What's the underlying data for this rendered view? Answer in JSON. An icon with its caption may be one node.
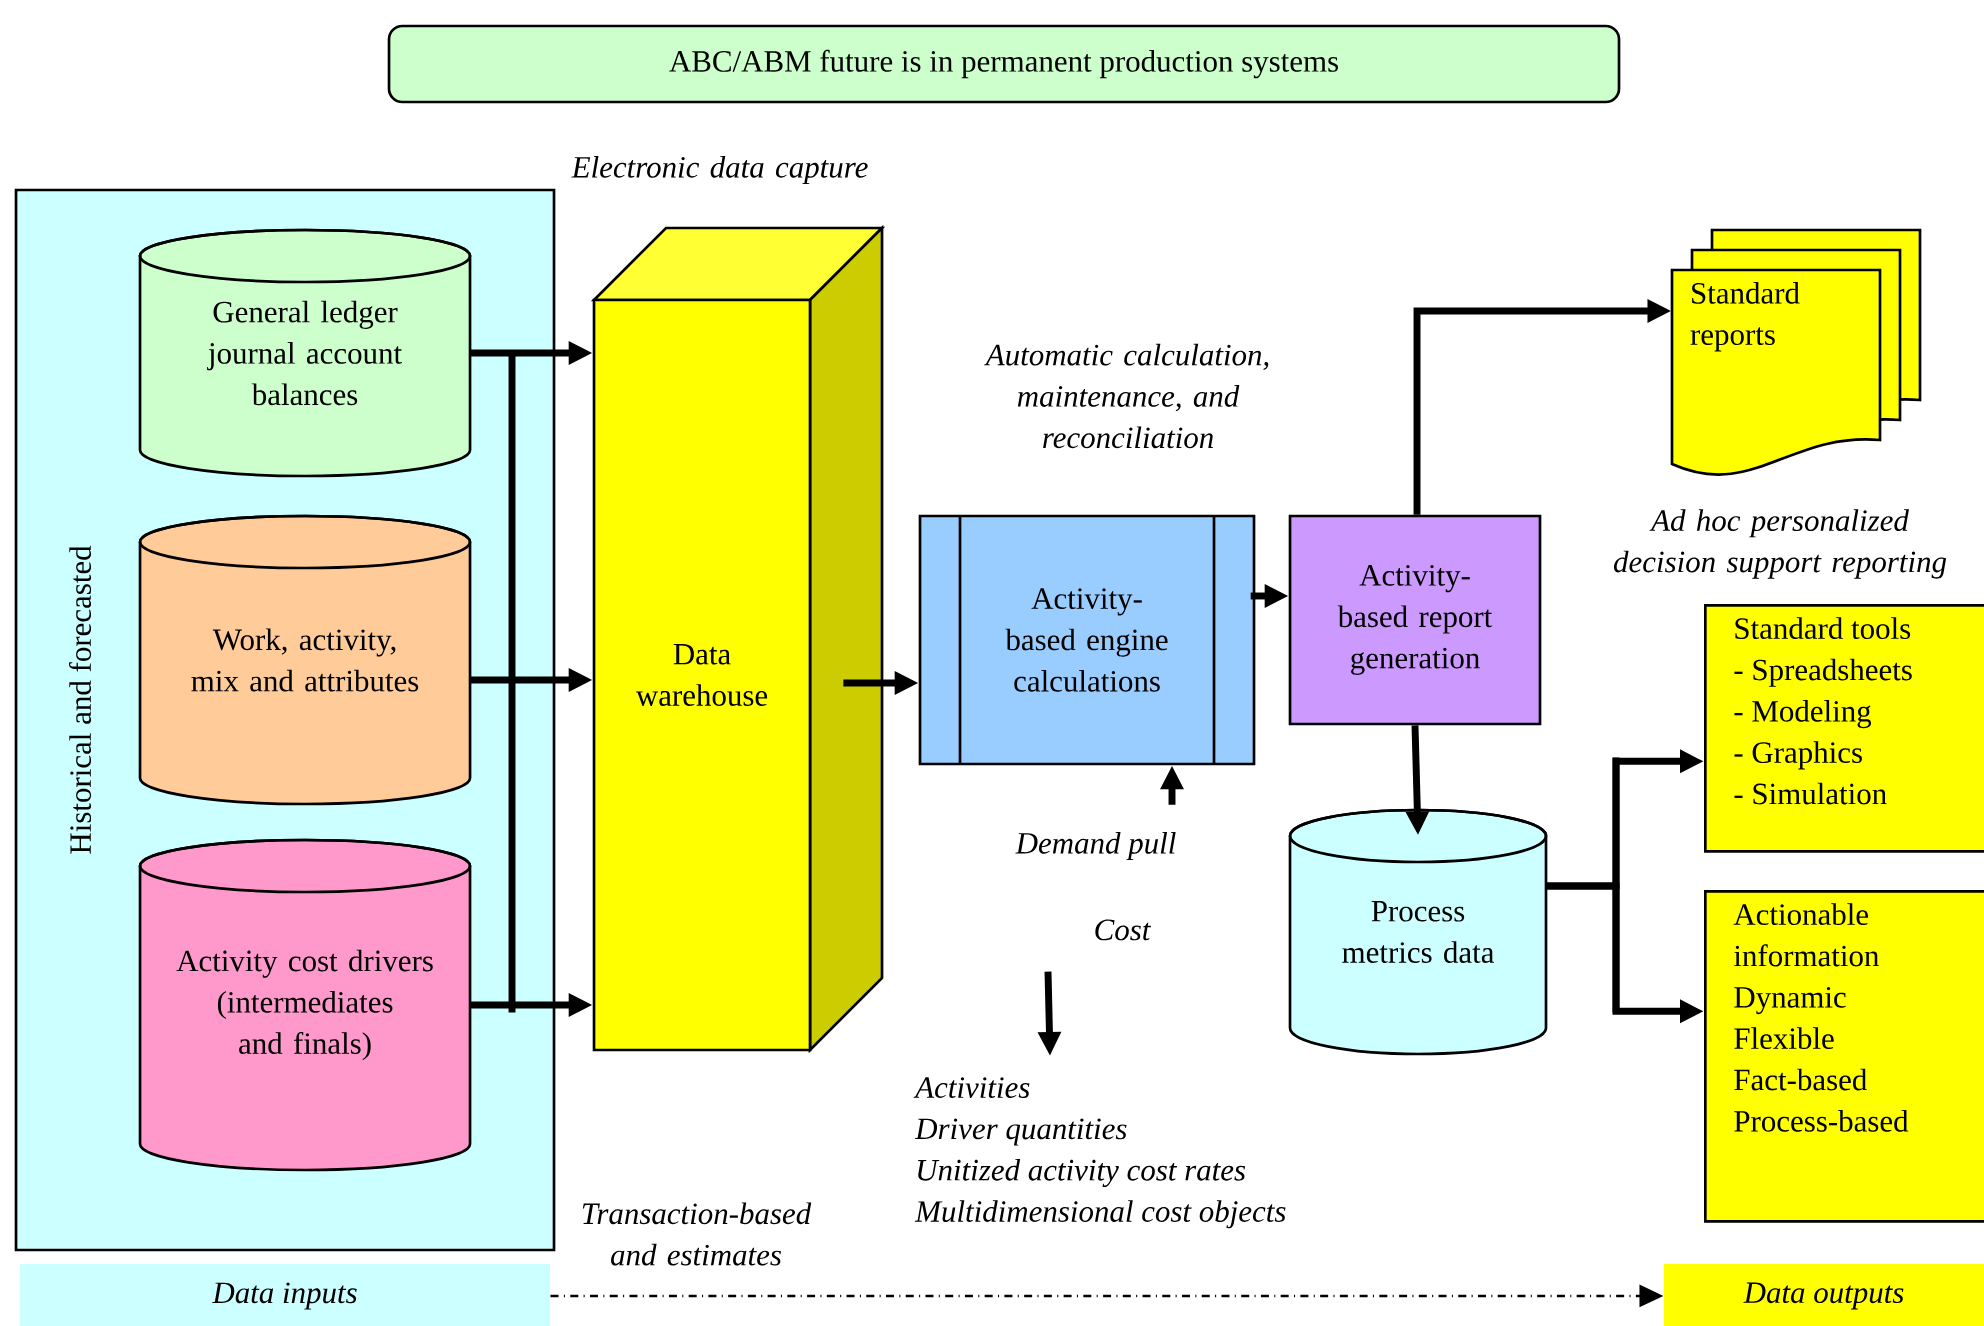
{
  "diagram": {
    "nodes": [
      {
        "text": [
          "ABC/ABM future is in permanent production systems"
        ]
      },
      {
        "text": [
          "Historical and forecasted"
        ]
      },
      {
        "text": [
          "General ledger journal account balances"
        ],
        "in": 1
      },
      {
        "text": [
          "Work, activity, mix and attributes"
        ],
        "in": 1
      },
      {
        "text": [
          "Activity cost drivers (intermediates and finals)"
        ],
        "in": 1
      },
      {
        "text": [
          "Data warehouse"
        ]
      },
      {
        "text": [
          "Activity-based engine calculations"
        ]
      },
      {
        "text": [
          "Activity-based report generation"
        ]
      },
      {
        "text": [
          "Standard reports"
        ]
      },
      {
        "text": [
          "Process metrics data"
        ]
      },
      {
        "text": [
          "Standard tools",
          "- Spreadsheets",
          "- Modeling",
          "- Graphics",
          "- Simulation"
        ]
      },
      {
        "text": [
          "Actionable information",
          "Dynamic",
          "Flexible",
          "Fact-based",
          "Process-based"
        ]
      },
      {
        "text": [
          "Data inputs"
        ]
      },
      {
        "text": [
          "Data outputs"
        ]
      },
      {
        "text": [
          "Demand pull"
        ]
      },
      {
        "text": [
          "Cost"
        ]
      },
      {
        "text": [
          "Activities",
          "Driver quantities",
          "Unitized activity cost rates",
          "Multidimensional cost objects"
        ]
      }
    ],
    "edges": [
      {
        "from": 2,
        "to": 5,
        "arrow": "to"
      },
      {
        "from": 3,
        "to": 5,
        "arrow": "to"
      },
      {
        "from": 4,
        "to": 5,
        "arrow": "to"
      },
      {
        "from": 5,
        "to": 6,
        "arrow": "to"
      },
      {
        "from": 6,
        "to": 7,
        "arrow": "to"
      },
      {
        "from": 7,
        "to": 8,
        "arrow": "to"
      },
      {
        "from": 7,
        "to": 9,
        "arrow": "to"
      },
      {
        "from": 9,
        "to": 10,
        "arrow": "to"
      },
      {
        "from": 9,
        "to": 11,
        "arrow": "to"
      },
      {
        "from": 14,
        "to": 6,
        "arrow": "to"
      },
      {
        "from": 15,
        "to": 16,
        "arrow": "to"
      },
      {
        "from": 12,
        "to": 13,
        "arrow": "to",
        "style": "dashed"
      }
    ],
    "labels": [
      "Electronic data capture",
      "Automatic calculation, maintenance, and reconciliation",
      "Ad hoc personalized decision support reporting",
      "Transaction-based and estimates"
    ]
  }
}
